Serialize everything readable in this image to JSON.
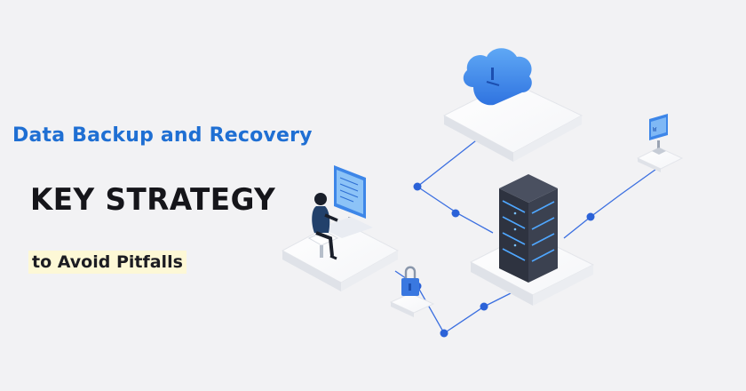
{
  "banner": {
    "subtitle": "Data Backup and Recovery",
    "headline": "KEY STRATEGY",
    "tagline": "to Avoid Pitfalls"
  },
  "colors": {
    "background": "#f2f2f4",
    "accent_blue": "#1f6fd3",
    "headline_text": "#15151a",
    "tagline_highlight": "#fdf8d6",
    "server_dark": "#2e3340",
    "node_blue": "#2b62d8"
  },
  "icons": [
    "cloud-icon",
    "server-rack-icon",
    "monitor-icon",
    "padlock-icon",
    "person-at-desk-icon"
  ]
}
